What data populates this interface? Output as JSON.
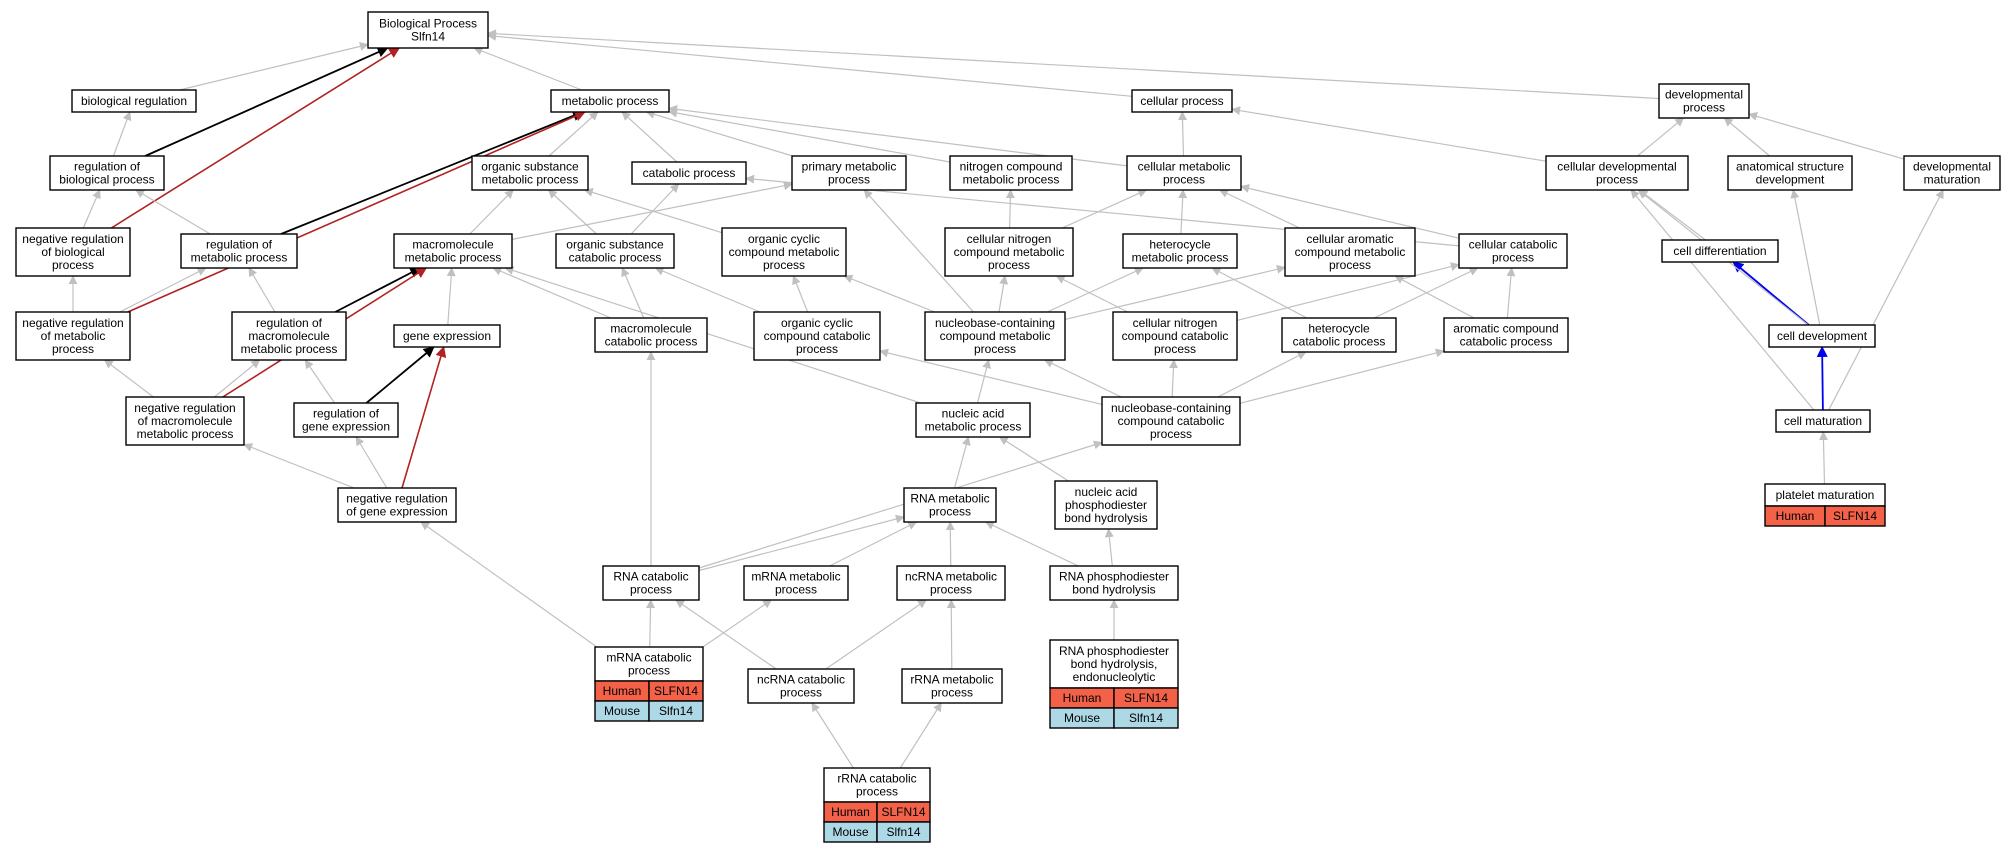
{
  "colors": {
    "edge_gray": "#c0c0c0",
    "edge_black": "#000000",
    "edge_red": "#b22222",
    "edge_blue": "#0000ee",
    "human_fill": "#f26148",
    "mouse_fill": "#add8e6"
  },
  "nodes": [
    {
      "id": "bp",
      "lines": [
        "Biological Process",
        "Slfn14"
      ]
    },
    {
      "id": "br",
      "lines": [
        "biological regulation"
      ]
    },
    {
      "id": "mp",
      "lines": [
        "metabolic process"
      ]
    },
    {
      "id": "cp",
      "lines": [
        "cellular process"
      ]
    },
    {
      "id": "dp",
      "lines": [
        "developmental",
        "process"
      ]
    },
    {
      "id": "rbp",
      "lines": [
        "regulation of",
        "biological process"
      ]
    },
    {
      "id": "osmp",
      "lines": [
        "organic substance",
        "metabolic process"
      ]
    },
    {
      "id": "catp",
      "lines": [
        "catabolic process"
      ]
    },
    {
      "id": "pmp",
      "lines": [
        "primary metabolic",
        "process"
      ]
    },
    {
      "id": "ncmp",
      "lines": [
        "nitrogen compound",
        "metabolic process"
      ]
    },
    {
      "id": "cmp",
      "lines": [
        "cellular metabolic",
        "process"
      ]
    },
    {
      "id": "cdp",
      "lines": [
        "cellular developmental",
        "process"
      ]
    },
    {
      "id": "asd",
      "lines": [
        "anatomical structure",
        "development"
      ]
    },
    {
      "id": "dm",
      "lines": [
        "developmental",
        "maturation"
      ]
    },
    {
      "id": "nrbp",
      "lines": [
        "negative regulation",
        "of biological",
        "process"
      ]
    },
    {
      "id": "rmp",
      "lines": [
        "regulation of",
        "metabolic process"
      ]
    },
    {
      "id": "mmp",
      "lines": [
        "macromolecule",
        "metabolic process"
      ]
    },
    {
      "id": "oscp",
      "lines": [
        "organic substance",
        "catabolic process"
      ]
    },
    {
      "id": "occmp",
      "lines": [
        "organic cyclic",
        "compound metabolic",
        "process"
      ]
    },
    {
      "id": "cncmp",
      "lines": [
        "cellular nitrogen",
        "compound metabolic",
        "process"
      ]
    },
    {
      "id": "hmp",
      "lines": [
        "heterocycle",
        "metabolic process"
      ]
    },
    {
      "id": "cacmp",
      "lines": [
        "cellular aromatic",
        "compound metabolic",
        "process"
      ]
    },
    {
      "id": "ccp",
      "lines": [
        "cellular catabolic",
        "process"
      ]
    },
    {
      "id": "cdiff",
      "lines": [
        "cell differentiation"
      ]
    },
    {
      "id": "nrmp",
      "lines": [
        "negative regulation",
        "of metabolic",
        "process"
      ]
    },
    {
      "id": "rmmp",
      "lines": [
        "regulation of",
        "macromolecule",
        "metabolic process"
      ]
    },
    {
      "id": "ge",
      "lines": [
        "gene expression"
      ]
    },
    {
      "id": "mcp",
      "lines": [
        "macromolecule",
        "catabolic process"
      ]
    },
    {
      "id": "occcp",
      "lines": [
        "organic cyclic",
        "compound catabolic",
        "process"
      ]
    },
    {
      "id": "nbcmp",
      "lines": [
        "nucleobase-containing",
        "compound metabolic",
        "process"
      ]
    },
    {
      "id": "cnccp",
      "lines": [
        "cellular nitrogen",
        "compound catabolic",
        "process"
      ]
    },
    {
      "id": "hcp",
      "lines": [
        "heterocycle",
        "catabolic process"
      ]
    },
    {
      "id": "accp",
      "lines": [
        "aromatic compound",
        "catabolic process"
      ]
    },
    {
      "id": "cdev",
      "lines": [
        "cell development"
      ]
    },
    {
      "id": "nrmmp",
      "lines": [
        "negative regulation",
        "of macromolecule",
        "metabolic process"
      ]
    },
    {
      "id": "rge",
      "lines": [
        "regulation of",
        "gene expression"
      ]
    },
    {
      "id": "namp",
      "lines": [
        "nucleic acid",
        "metabolic process"
      ]
    },
    {
      "id": "nbccp",
      "lines": [
        "nucleobase-containing",
        "compound catabolic",
        "process"
      ]
    },
    {
      "id": "cmat",
      "lines": [
        "cell maturation"
      ]
    },
    {
      "id": "nge",
      "lines": [
        "negative regulation",
        "of gene expression"
      ]
    },
    {
      "id": "rnamp",
      "lines": [
        "RNA metabolic",
        "process"
      ]
    },
    {
      "id": "napbh",
      "lines": [
        "nucleic acid",
        "phosphodiester",
        "bond hydrolysis"
      ]
    },
    {
      "id": "pmat",
      "lines": [
        "platelet maturation"
      ],
      "genes": [
        [
          "Human",
          "SLFN14"
        ]
      ]
    },
    {
      "id": "rnacp",
      "lines": [
        "RNA catabolic",
        "process"
      ]
    },
    {
      "id": "mrnamp",
      "lines": [
        "mRNA metabolic",
        "process"
      ]
    },
    {
      "id": "ncrnamp",
      "lines": [
        "ncRNA metabolic",
        "process"
      ]
    },
    {
      "id": "rnapbh",
      "lines": [
        "RNA phosphodiester",
        "bond hydrolysis"
      ]
    },
    {
      "id": "mrnacp",
      "lines": [
        "mRNA catabolic",
        "process"
      ],
      "genes": [
        [
          "Human",
          "SLFN14"
        ],
        [
          "Mouse",
          "Slfn14"
        ]
      ]
    },
    {
      "id": "ncrnacp",
      "lines": [
        "ncRNA catabolic",
        "process"
      ]
    },
    {
      "id": "rrnamp",
      "lines": [
        "rRNA metabolic",
        "process"
      ]
    },
    {
      "id": "rnapbhe",
      "lines": [
        "RNA phosphodiester",
        "bond hydrolysis,",
        "endonucleolytic"
      ],
      "genes": [
        [
          "Human",
          "SLFN14"
        ],
        [
          "Mouse",
          "Slfn14"
        ]
      ]
    },
    {
      "id": "rrnacp",
      "lines": [
        "rRNA catabolic",
        "process"
      ],
      "genes": [
        [
          "Human",
          "SLFN14"
        ],
        [
          "Mouse",
          "Slfn14"
        ]
      ]
    }
  ],
  "edges": [
    {
      "from": "br",
      "to": "bp",
      "style": "gray"
    },
    {
      "from": "mp",
      "to": "bp",
      "style": "gray"
    },
    {
      "from": "cp",
      "to": "bp",
      "style": "gray"
    },
    {
      "from": "dp",
      "to": "bp",
      "style": "gray"
    },
    {
      "from": "rbp",
      "to": "br",
      "style": "gray"
    },
    {
      "from": "rbp",
      "to": "bp",
      "style": "black"
    },
    {
      "from": "nrbp",
      "to": "rbp",
      "style": "gray"
    },
    {
      "from": "nrbp",
      "to": "bp",
      "style": "red"
    },
    {
      "from": "rmp",
      "to": "rbp",
      "style": "gray"
    },
    {
      "from": "rmp",
      "to": "mp",
      "style": "black"
    },
    {
      "from": "nrmp",
      "to": "nrbp",
      "style": "gray"
    },
    {
      "from": "nrmp",
      "to": "rmp",
      "style": "gray"
    },
    {
      "from": "nrmp",
      "to": "mp",
      "style": "red"
    },
    {
      "from": "osmp",
      "to": "mp",
      "style": "gray"
    },
    {
      "from": "catp",
      "to": "mp",
      "style": "gray"
    },
    {
      "from": "pmp",
      "to": "mp",
      "style": "gray"
    },
    {
      "from": "ncmp",
      "to": "mp",
      "style": "gray"
    },
    {
      "from": "cmp",
      "to": "mp",
      "style": "gray"
    },
    {
      "from": "cmp",
      "to": "cp",
      "style": "gray"
    },
    {
      "from": "cdp",
      "to": "cp",
      "style": "gray"
    },
    {
      "from": "cdp",
      "to": "dp",
      "style": "gray"
    },
    {
      "from": "asd",
      "to": "dp",
      "style": "gray"
    },
    {
      "from": "dm",
      "to": "dp",
      "style": "gray"
    },
    {
      "from": "mmp",
      "to": "osmp",
      "style": "gray"
    },
    {
      "from": "mmp",
      "to": "pmp",
      "style": "gray"
    },
    {
      "from": "oscp",
      "to": "osmp",
      "style": "gray"
    },
    {
      "from": "oscp",
      "to": "catp",
      "style": "gray"
    },
    {
      "from": "occmp",
      "to": "osmp",
      "style": "gray"
    },
    {
      "from": "cncmp",
      "to": "ncmp",
      "style": "gray"
    },
    {
      "from": "cncmp",
      "to": "cmp",
      "style": "gray"
    },
    {
      "from": "hmp",
      "to": "cmp",
      "style": "gray"
    },
    {
      "from": "cacmp",
      "to": "cmp",
      "style": "gray"
    },
    {
      "from": "ccp",
      "to": "cmp",
      "style": "gray"
    },
    {
      "from": "ccp",
      "to": "catp",
      "style": "gray"
    },
    {
      "from": "rmmp",
      "to": "rmp",
      "style": "gray"
    },
    {
      "from": "rmmp",
      "to": "mmp",
      "style": "black"
    },
    {
      "from": "ge",
      "to": "mmp",
      "style": "gray"
    },
    {
      "from": "mcp",
      "to": "mmp",
      "style": "gray"
    },
    {
      "from": "mcp",
      "to": "oscp",
      "style": "gray"
    },
    {
      "from": "occcp",
      "to": "occmp",
      "style": "gray"
    },
    {
      "from": "occcp",
      "to": "oscp",
      "style": "gray"
    },
    {
      "from": "nbcmp",
      "to": "occmp",
      "style": "gray"
    },
    {
      "from": "nbcmp",
      "to": "cncmp",
      "style": "gray"
    },
    {
      "from": "nbcmp",
      "to": "hmp",
      "style": "gray"
    },
    {
      "from": "nbcmp",
      "to": "cacmp",
      "style": "gray"
    },
    {
      "from": "nbcmp",
      "to": "pmp",
      "style": "gray"
    },
    {
      "from": "cnccp",
      "to": "cncmp",
      "style": "gray"
    },
    {
      "from": "cnccp",
      "to": "ccp",
      "style": "gray"
    },
    {
      "from": "hcp",
      "to": "hmp",
      "style": "gray"
    },
    {
      "from": "hcp",
      "to": "ccp",
      "style": "gray"
    },
    {
      "from": "accp",
      "to": "cacmp",
      "style": "gray"
    },
    {
      "from": "accp",
      "to": "ccp",
      "style": "gray"
    },
    {
      "from": "cdiff",
      "to": "cdp",
      "style": "gray"
    },
    {
      "from": "cdev",
      "to": "cdiff",
      "style": "blue"
    },
    {
      "from": "cdev",
      "to": "cdp",
      "style": "gray"
    },
    {
      "from": "cdev",
      "to": "asd",
      "style": "gray"
    },
    {
      "from": "nrmmp",
      "to": "nrmp",
      "style": "gray"
    },
    {
      "from": "nrmmp",
      "to": "rmmp",
      "style": "gray"
    },
    {
      "from": "nrmmp",
      "to": "mmp",
      "style": "red"
    },
    {
      "from": "rge",
      "to": "rmmp",
      "style": "gray"
    },
    {
      "from": "rge",
      "to": "ge",
      "style": "black"
    },
    {
      "from": "namp",
      "to": "nbcmp",
      "style": "gray"
    },
    {
      "from": "namp",
      "to": "mmp",
      "style": "gray"
    },
    {
      "from": "nbccp",
      "to": "nbcmp",
      "style": "gray"
    },
    {
      "from": "nbccp",
      "to": "cnccp",
      "style": "gray"
    },
    {
      "from": "nbccp",
      "to": "hcp",
      "style": "gray"
    },
    {
      "from": "nbccp",
      "to": "accp",
      "style": "gray"
    },
    {
      "from": "nbccp",
      "to": "occcp",
      "style": "gray"
    },
    {
      "from": "cmat",
      "to": "cdev",
      "style": "blue"
    },
    {
      "from": "cmat",
      "to": "cdp",
      "style": "gray"
    },
    {
      "from": "cmat",
      "to": "dm",
      "style": "gray"
    },
    {
      "from": "nge",
      "to": "nrmmp",
      "style": "gray"
    },
    {
      "from": "nge",
      "to": "rge",
      "style": "gray"
    },
    {
      "from": "nge",
      "to": "ge",
      "style": "red"
    },
    {
      "from": "rnamp",
      "to": "namp",
      "style": "gray"
    },
    {
      "from": "napbh",
      "to": "namp",
      "style": "gray"
    },
    {
      "from": "pmat",
      "to": "cmat",
      "style": "gray"
    },
    {
      "from": "rnacp",
      "to": "rnamp",
      "style": "gray"
    },
    {
      "from": "rnacp",
      "to": "nbccp",
      "style": "gray"
    },
    {
      "from": "rnacp",
      "to": "mcp",
      "style": "gray"
    },
    {
      "from": "mrnamp",
      "to": "rnamp",
      "style": "gray"
    },
    {
      "from": "ncrnamp",
      "to": "rnamp",
      "style": "gray"
    },
    {
      "from": "rnapbh",
      "to": "rnamp",
      "style": "gray"
    },
    {
      "from": "rnapbh",
      "to": "napbh",
      "style": "gray"
    },
    {
      "from": "mrnacp",
      "to": "rnacp",
      "style": "gray"
    },
    {
      "from": "mrnacp",
      "to": "mrnamp",
      "style": "gray"
    },
    {
      "from": "mrnacp",
      "to": "nge",
      "style": "gray"
    },
    {
      "from": "ncrnacp",
      "to": "rnacp",
      "style": "gray"
    },
    {
      "from": "ncrnacp",
      "to": "ncrnamp",
      "style": "gray"
    },
    {
      "from": "rrnamp",
      "to": "ncrnamp",
      "style": "gray"
    },
    {
      "from": "rnapbhe",
      "to": "rnapbh",
      "style": "gray"
    },
    {
      "from": "rrnacp",
      "to": "ncrnacp",
      "style": "gray"
    },
    {
      "from": "rrnacp",
      "to": "rrnamp",
      "style": "gray"
    }
  ]
}
